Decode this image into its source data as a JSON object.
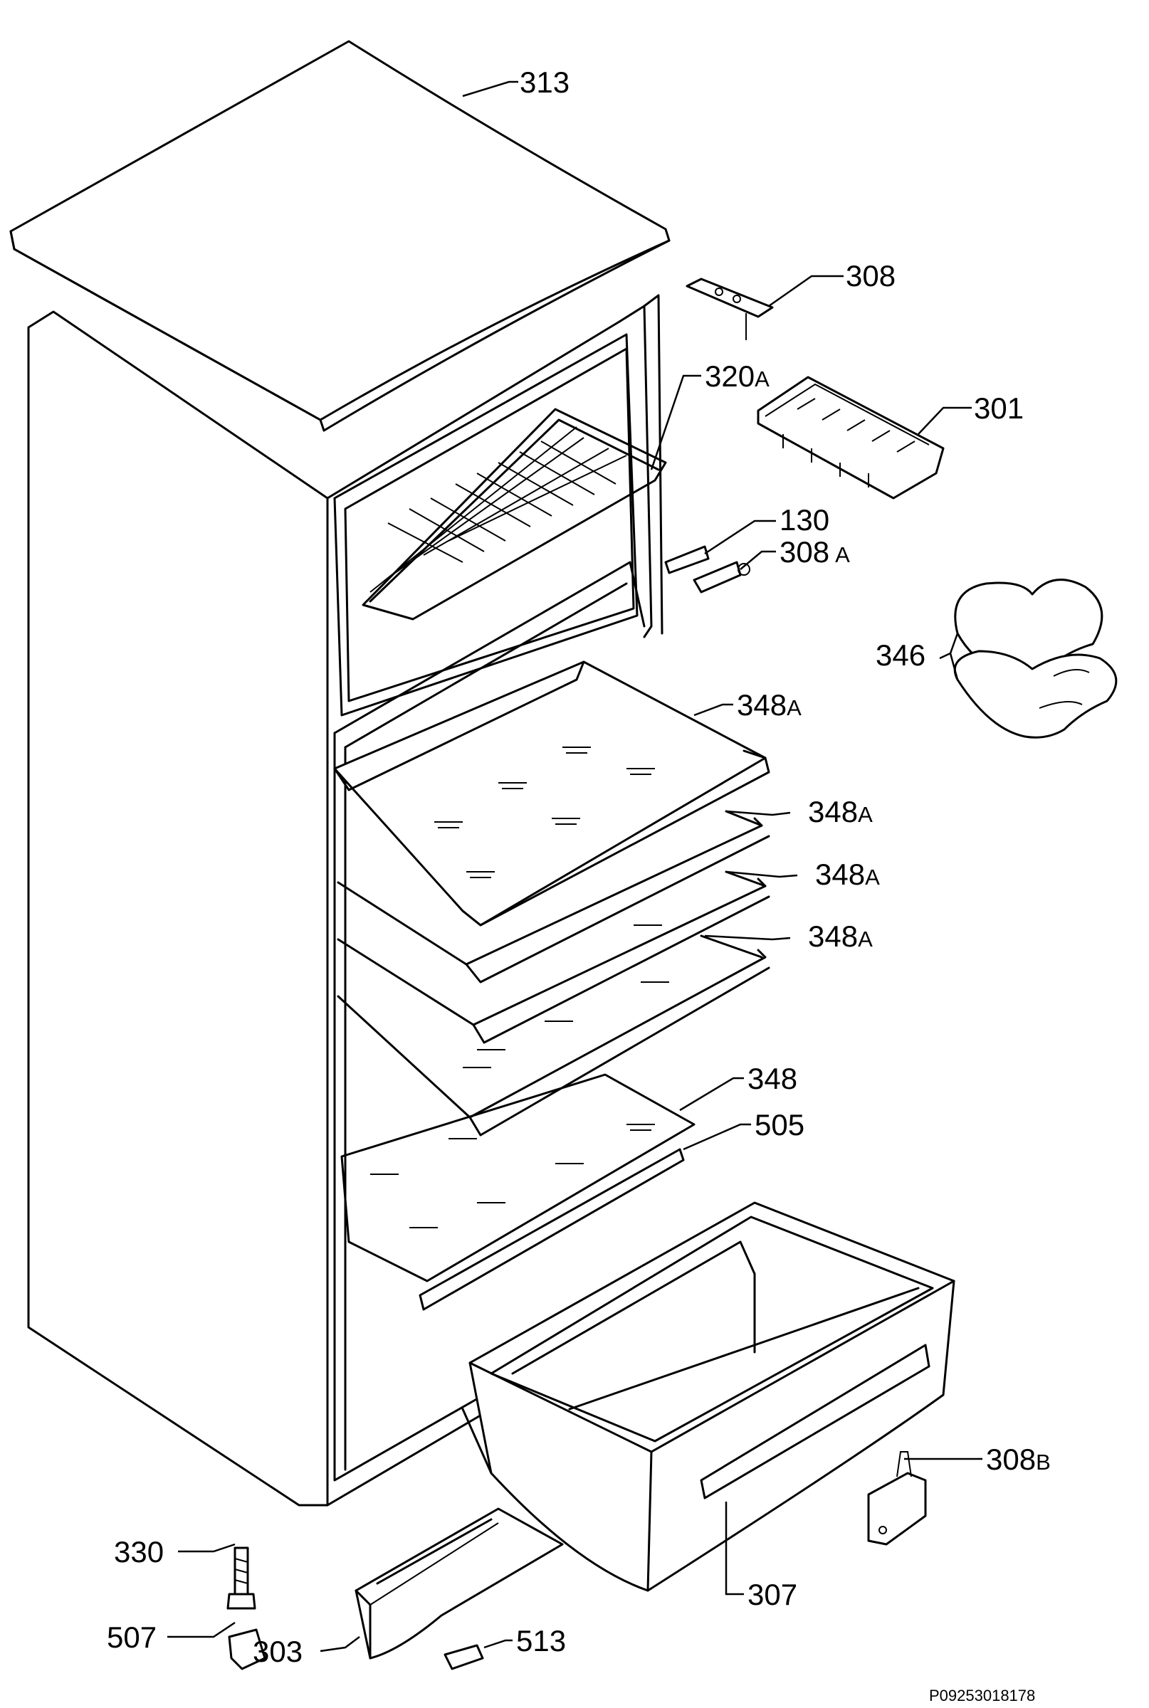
{
  "diagram": {
    "labels": {
      "l313": "313",
      "l308": "308",
      "l320": "320",
      "l320s": "A",
      "l301": "301",
      "l130": "130",
      "l308a": "308",
      "l308as": "A",
      "l346": "346",
      "l348a1": "348",
      "l348a1s": "A",
      "l348a2": "348",
      "l348a2s": "A",
      "l348a3": "348",
      "l348a3s": "A",
      "l348a4": "348",
      "l348a4s": "A",
      "l348": "348",
      "l505": "505",
      "l308b": "308",
      "l308bs": "B",
      "l330": "330",
      "l307": "307",
      "l507": "507",
      "l303": "303",
      "l513": "513"
    },
    "document_ref": "P09253018178"
  }
}
